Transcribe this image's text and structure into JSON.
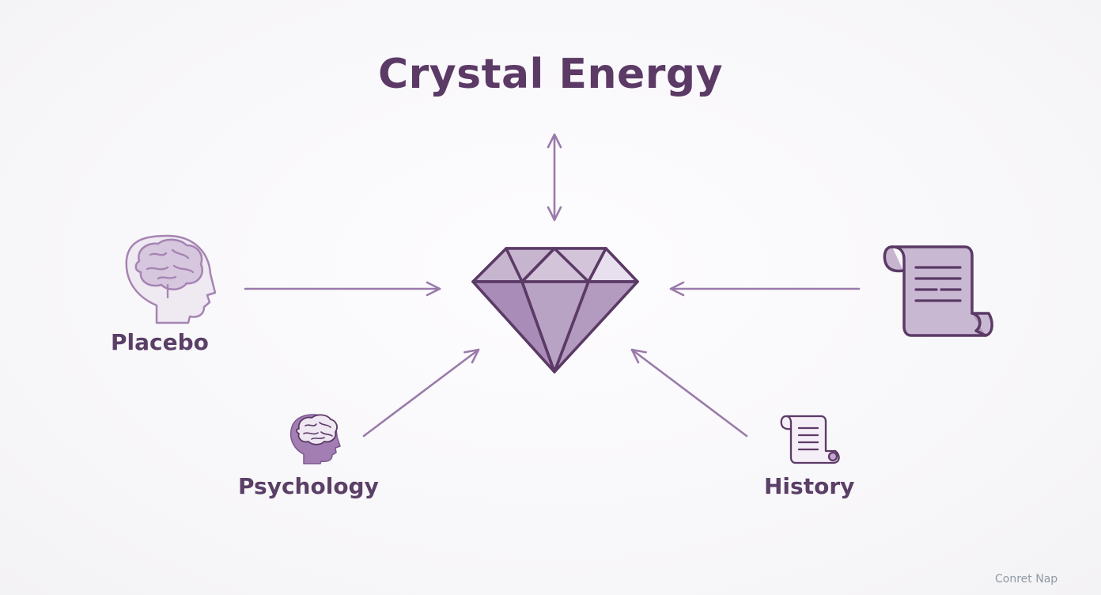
{
  "diagram": {
    "title": "Crystal Energy",
    "nodes": {
      "placebo": {
        "label": "Placebo",
        "icon": "head-brain-icon"
      },
      "psychology": {
        "label": "Psychology",
        "icon": "head-brain-icon"
      },
      "history": {
        "label": "History",
        "icon": "scroll-icon"
      },
      "unlabeled_scroll": {
        "icon": "scroll-icon"
      },
      "center": {
        "icon": "diamond-icon"
      }
    },
    "watermark": "Conret Nap"
  },
  "colors": {
    "primary": "#5b3a66",
    "arrow": "#9a7aaa",
    "fill_light": "#e6dcea",
    "fill_mid": "#c5b0cf",
    "fill_dark": "#a584b2",
    "background": "#f9f8fa"
  }
}
